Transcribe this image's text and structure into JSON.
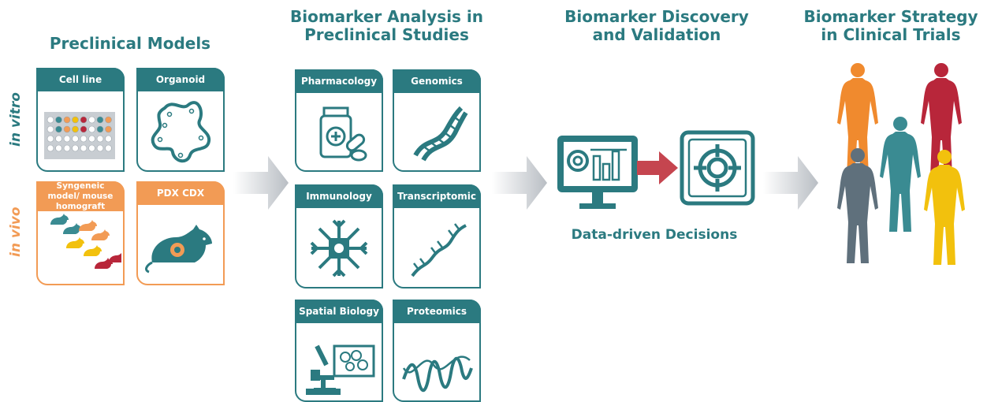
{
  "headers": {
    "preclinical_models": "Preclinical Models",
    "biomarker_analysis": "Biomarker Analysis in Preclinical Studies",
    "biomarker_discovery": "Biomarker Discovery and Validation",
    "biomarker_strategy": "Biomarker Strategy in Clinical Trials"
  },
  "side_labels": {
    "in_vitro": "in vitro",
    "in_vivo": "in vivo"
  },
  "models": {
    "cell_line": "Cell line",
    "organoid": "Organoid",
    "syngeneic": "Syngeneic model/ mouse homograft",
    "pdx": "PDX CDX"
  },
  "analysis": {
    "pharmacology": "Pharmacology",
    "genomics": "Genomics",
    "immunology": "Immunology",
    "transcriptomic": "Transcriptomic",
    "spatial_biology": "Spatial Biology",
    "proteomics": "Proteomics"
  },
  "discovery": {
    "caption": "Data-driven Decisions"
  },
  "colors": {
    "teal": "#2b7a80",
    "orange": "#f29b55",
    "arrow_red": "#c5454f",
    "gray_arrow": "#b9bec4",
    "human_orange": "#f08a2e",
    "human_red": "#b8263a",
    "human_teal": "#3a8b92",
    "human_gray": "#5f707c",
    "human_yellow": "#f2c10d"
  }
}
